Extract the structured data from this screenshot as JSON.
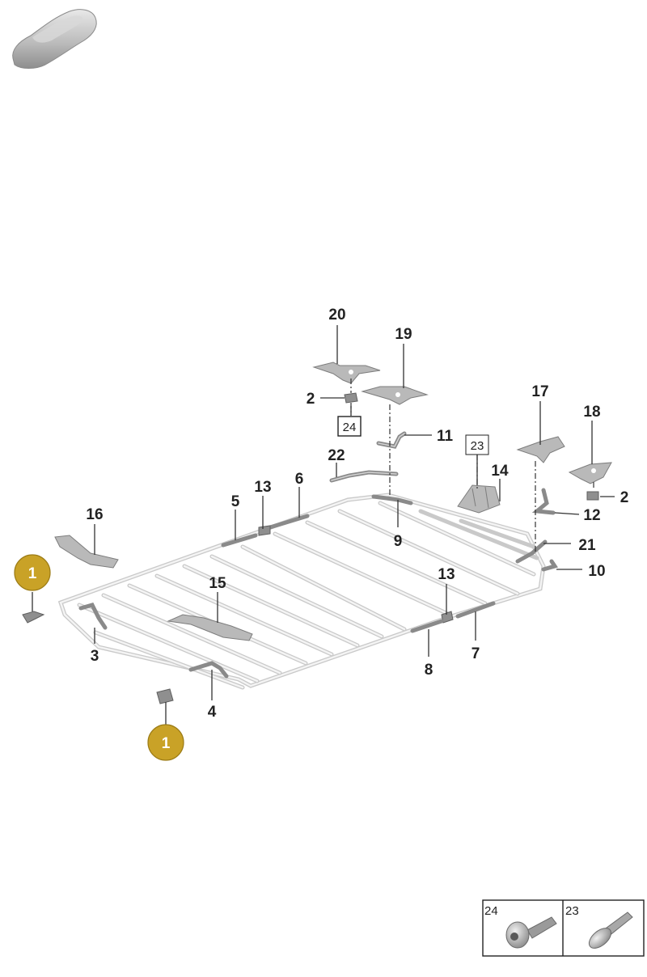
{
  "callouts": {
    "c20": "20",
    "c19": "19",
    "c2a": "2",
    "c24": "24",
    "c11": "11",
    "c22": "22",
    "c23": "23",
    "c14": "14",
    "c17": "17",
    "c18": "18",
    "c2b": "2",
    "c12": "12",
    "c21": "21",
    "c10": "10",
    "c6": "6",
    "c13a": "13",
    "c5": "5",
    "c9": "9",
    "c16": "16",
    "c15": "15",
    "c13b": "13",
    "c7": "7",
    "c8": "8",
    "c3": "3",
    "c4": "4"
  },
  "badges": {
    "badge_top": "1",
    "badge_bottom": "1"
  },
  "legend": {
    "cell_left": "24",
    "cell_right": "23"
  },
  "colors": {
    "badge_fill": "#c9a227",
    "line": "#333333",
    "part": "#b9b9b9"
  },
  "icons": {
    "car": "car-silhouette-icon",
    "legend_left": "torx-bolt-icon",
    "legend_right": "flat-head-screw-icon"
  }
}
